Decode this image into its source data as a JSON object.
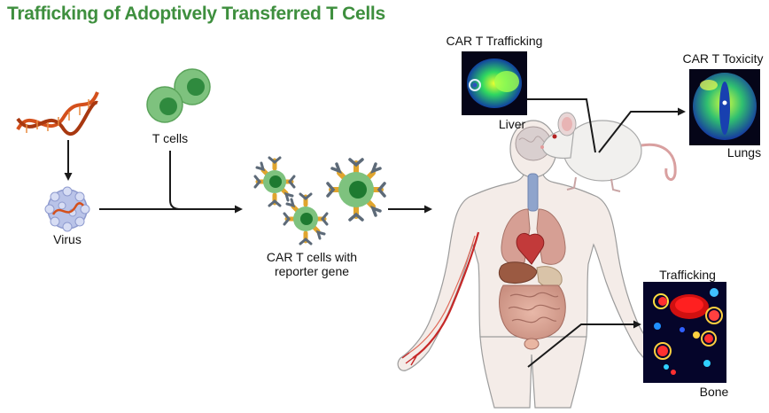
{
  "title": "Trafficking of Adoptively Transferred T Cells",
  "colors": {
    "title": "#3e8f3e",
    "arrow": "#1a1a1a",
    "cell_green": "#59ab59",
    "cell_nucleus": "#1e7a30",
    "receptor_gold": "#e0a52e",
    "receptor_slate": "#5d6a78",
    "dna_orange": "#d4501c",
    "virus_lavender": "#b9c3e8"
  },
  "labels": {
    "virus": "Virus",
    "t_cells": "T cells",
    "car_t_line1": "CAR T cells with",
    "car_t_line2": "reporter gene",
    "car_t_trafficking": "CAR T Trafficking",
    "liver": "Liver",
    "car_t_toxicity": "CAR T Toxicity",
    "lungs": "Lungs",
    "trafficking": "Trafficking",
    "bone": "Bone"
  }
}
